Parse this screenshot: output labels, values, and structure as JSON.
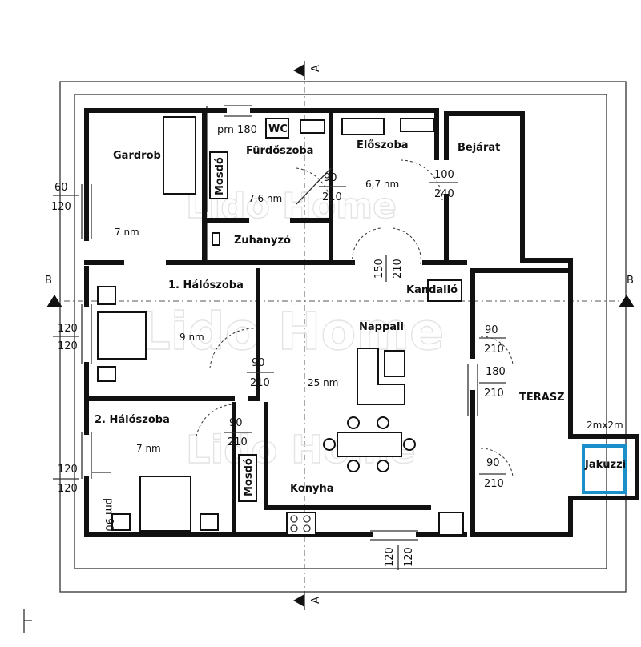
{
  "rooms": {
    "gardrob": "Gardrob",
    "gardrob_area": "7 nm",
    "furdoszoba": "Fürdőszoba",
    "furdoszoba_area": "7,6 nm",
    "mosdo": "Mosdó",
    "wc": "WC",
    "pm180": "pm 180",
    "zuhanyzo": "Zuhanyzó",
    "eloszoba": "Előszoba",
    "eloszoba_area": "6,7 nm",
    "bejarat": "Bejárat",
    "halo1": "1. Hálószoba",
    "halo1_area": "9 nm",
    "nappali": "Nappali",
    "nappali_area": "25 nm",
    "kandallo": "Kandalló",
    "halo2": "2. Hálószoba",
    "halo2_area": "7 nm",
    "pm90": "pm 90",
    "konyha": "Konyha",
    "mosdo2": "Mosdó",
    "terasz": "TERASZ",
    "jakuzzi": "Jakuzzi",
    "jakuzzi_size": "2mx2m"
  },
  "dims": {
    "d60": "60",
    "d120a": "120",
    "d90a": "90",
    "d210a": "210",
    "d100": "100",
    "d240": "240",
    "d150": "150",
    "d210v": "210",
    "d120b": "120",
    "d120c": "120",
    "d90b": "90",
    "d210b": "210",
    "d90c": "90",
    "d210c": "210",
    "d90d": "90",
    "d210d": "210",
    "d180": "180",
    "d210e": "210",
    "d120d": "120",
    "d120e": "120",
    "d90e": "90",
    "d210f": "210",
    "d120f": "120",
    "d120g": "120"
  },
  "sections": {
    "a_top": "A",
    "a_bottom": "A",
    "b_left": "B",
    "b_right": "B"
  },
  "watermark": "Lido Home",
  "colors": {
    "jakuzzi": "#1a8fc9",
    "walls": "#111111"
  }
}
